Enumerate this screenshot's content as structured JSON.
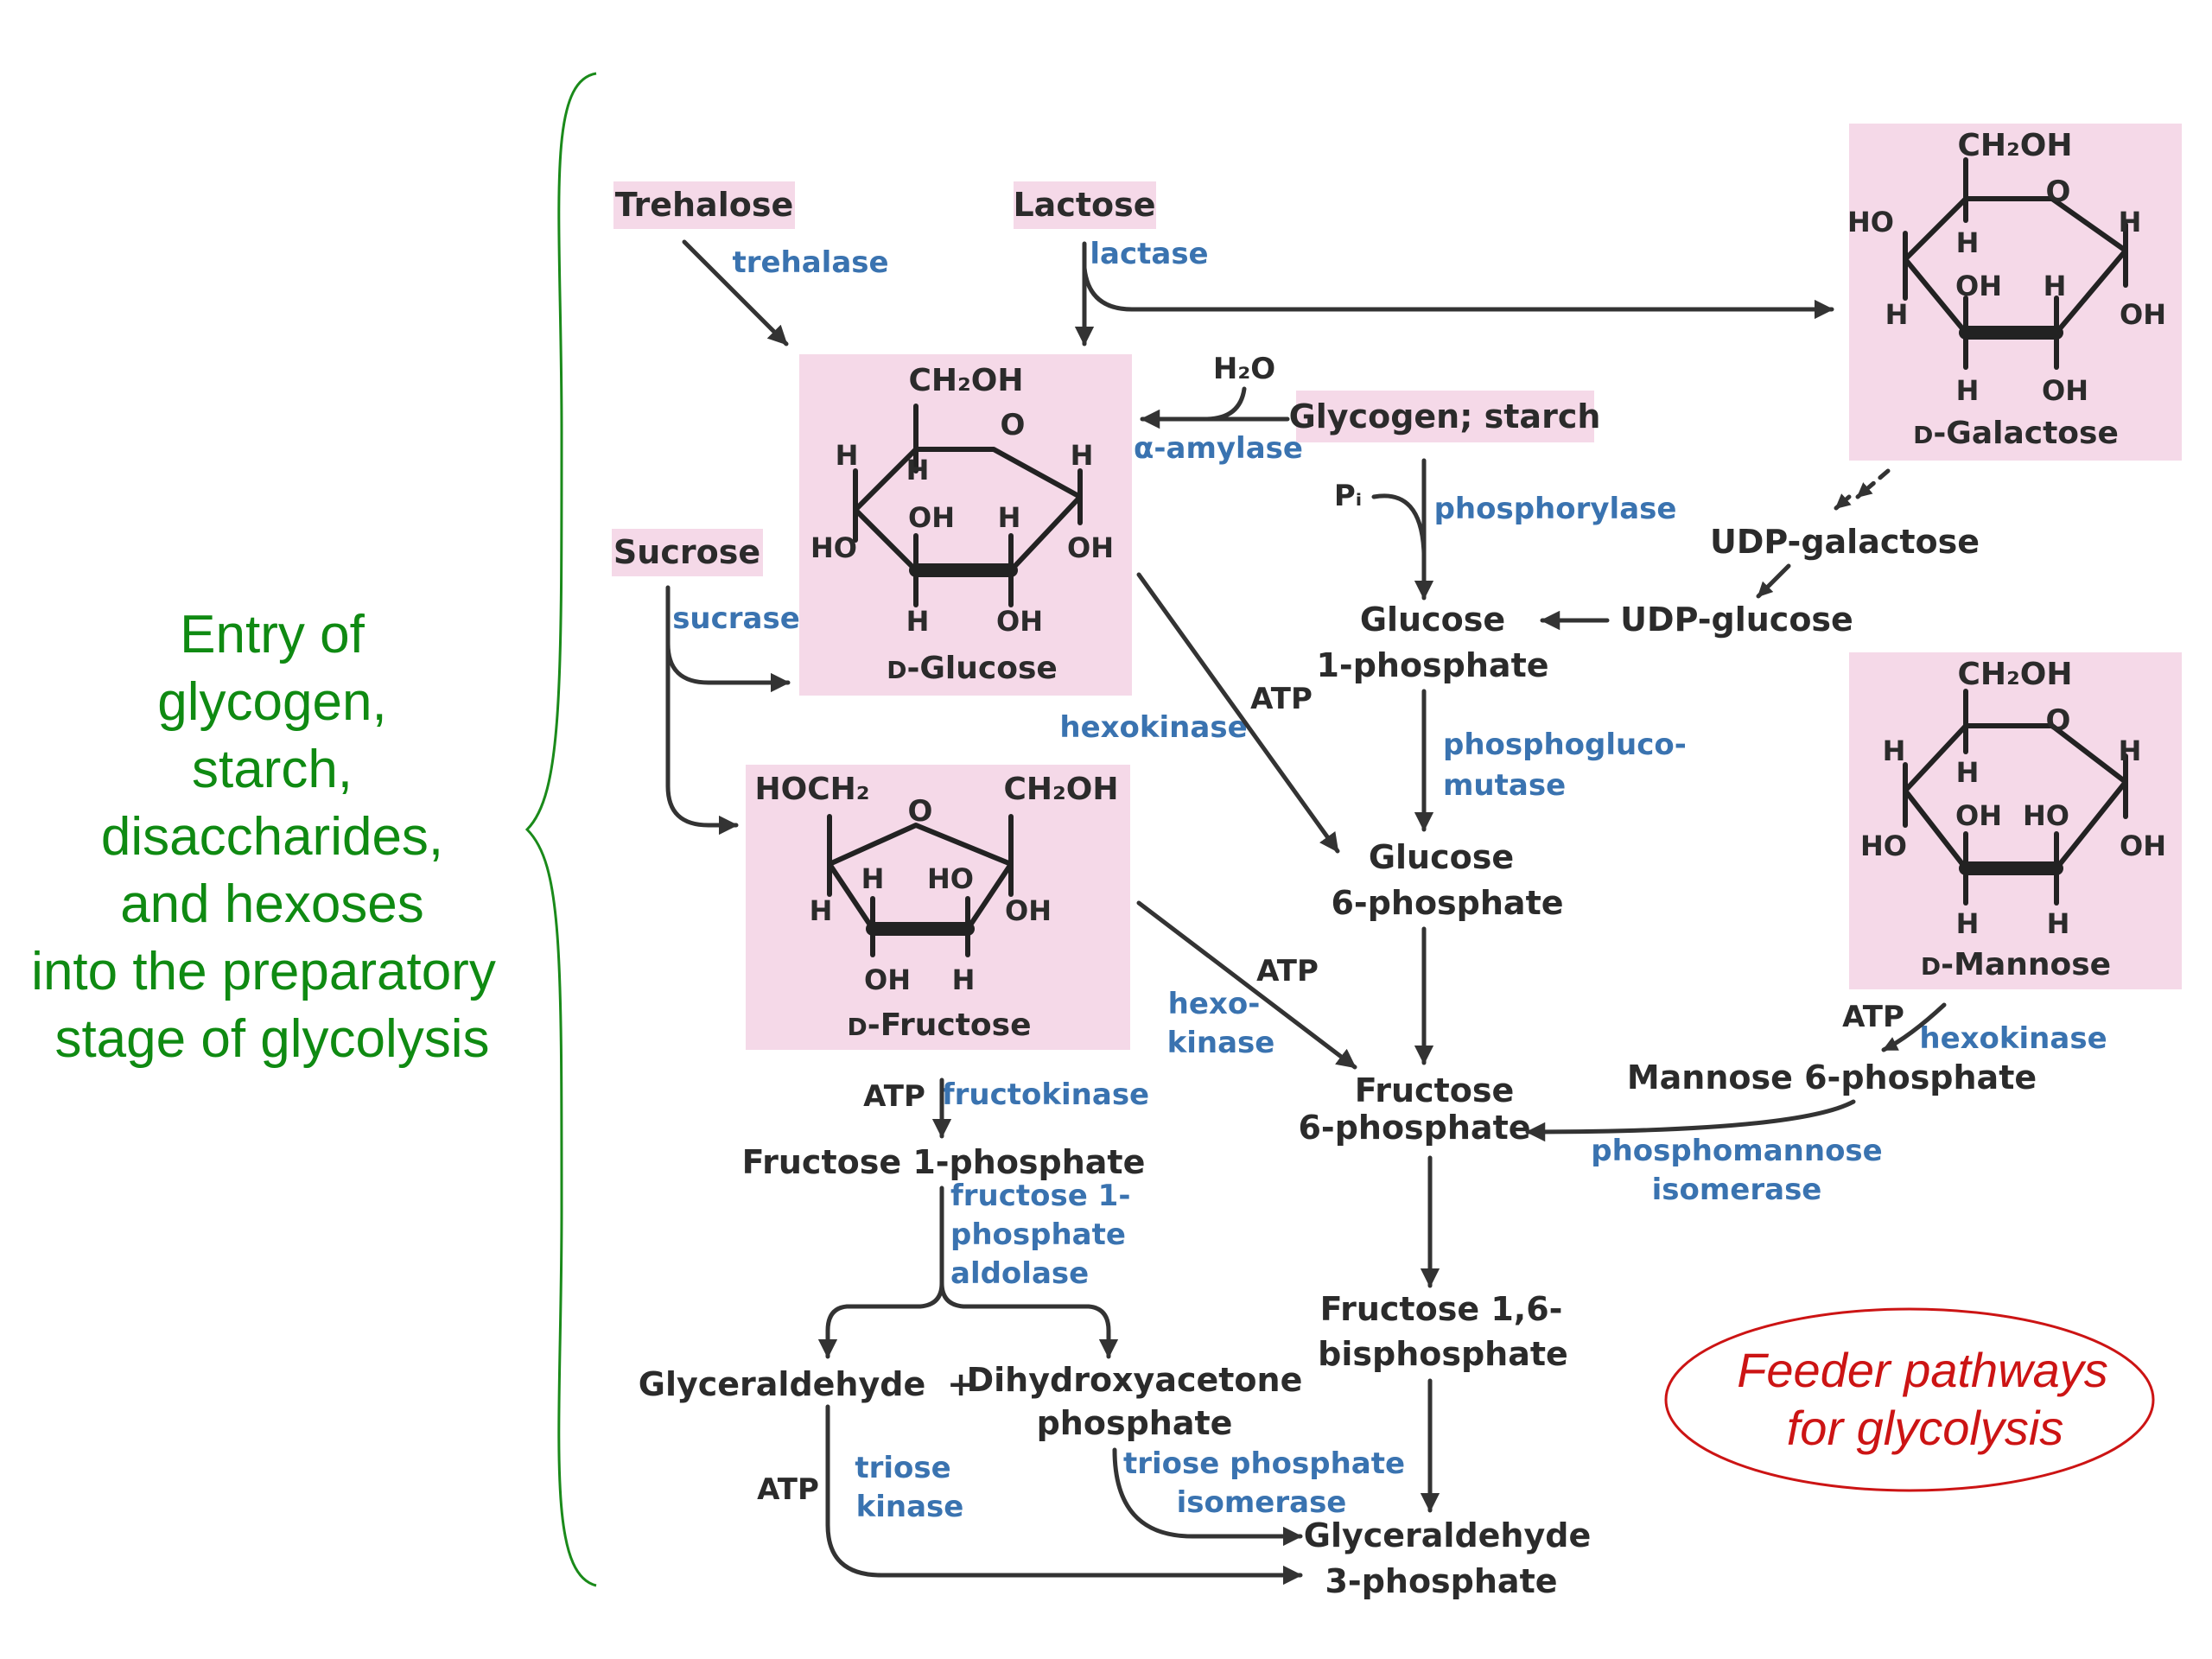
{
  "side_text": [
    "Entry of",
    "glycogen,",
    "starch,",
    "disaccharides,",
    "and hexoses",
    "into the preparatory",
    "stage of glycolysis"
  ],
  "callout": [
    "Feeder pathways",
    "for glycolysis"
  ],
  "sugars": {
    "trehalose": "Trehalose",
    "lactose": "Lactose",
    "sucrose": "Sucrose",
    "glycogen_starch": "Glycogen; starch"
  },
  "structures": {
    "glucose": {
      "name_prefix": "D",
      "name": "-Glucose",
      "ch2oh": "CH₂OH",
      "o": "O",
      "h1": "H",
      "h2": "H",
      "h3": "H",
      "ho": "HO",
      "oh1": "OH",
      "h4": "H",
      "oh2": "OH",
      "h5": "H",
      "oh3": "OH"
    },
    "galactose": {
      "name_prefix": "D",
      "name": "-Galactose",
      "ch2oh": "CH₂OH",
      "o": "O",
      "ho": "HO",
      "h1": "H",
      "h2": "H",
      "oh1": "OH",
      "h3": "H",
      "h4": "H",
      "oh2": "OH",
      "h5": "H",
      "oh3": "OH"
    },
    "mannose": {
      "name_prefix": "D",
      "name": "-Mannose",
      "ch2oh": "CH₂OH",
      "o": "O",
      "h1": "H",
      "h2": "H",
      "h3": "H",
      "oh1": "OH",
      "ho1": "HO",
      "ho2": "HO",
      "oh2": "OH",
      "h4": "H",
      "h5": "H"
    },
    "fructose": {
      "name_prefix": "D",
      "name": "-Fructose",
      "hoch2": "HOCH₂",
      "o": "O",
      "ch2oh": "CH₂OH",
      "h1": "H",
      "ho": "HO",
      "h2": "H",
      "oh1": "OH",
      "oh2": "OH",
      "h3": "H"
    }
  },
  "intermediates": {
    "udp_galactose": "UDP-galactose",
    "udp_glucose": "UDP-glucose",
    "glucose_1p": [
      "Glucose",
      "1-phosphate"
    ],
    "glucose_6p": [
      "Glucose",
      "6-phosphate"
    ],
    "fructose_6p": [
      "Fructose",
      "6-phosphate"
    ],
    "mannose_6p": "Mannose 6-phosphate",
    "fructose_bp": [
      "Fructose 1,6-",
      "bisphosphate"
    ],
    "fructose_1p": "Fructose 1-phosphate",
    "glyceraldehyde": "Glyceraldehyde",
    "plus": "+",
    "dhap": [
      "Dihydroxyacetone",
      "phosphate"
    ],
    "g3p": [
      "Glyceraldehyde",
      "3-phosphate"
    ]
  },
  "enzymes": {
    "trehalase": "trehalase",
    "lactase": "lactase",
    "sucrase": "sucrase",
    "amylase": "α-amylase",
    "phosphorylase": "phosphorylase",
    "phosphoglucomutase": [
      "phosphogluco-",
      "mutase"
    ],
    "hexokinase_glc": "hexokinase",
    "hexokinase_fru": [
      "hexo-",
      "kinase"
    ],
    "hexokinase_man": "hexokinase",
    "fructokinase": "fructokinase",
    "f1p_aldolase": [
      "fructose 1-",
      "phosphate",
      "aldolase"
    ],
    "phosphomannose_isomerase": [
      "phosphomannose",
      "isomerase"
    ],
    "triose_kinase": [
      "triose",
      "kinase"
    ],
    "tpi": [
      "triose phosphate",
      "isomerase"
    ]
  },
  "cofactors": {
    "h2o": "H₂O",
    "pi": "Pᵢ",
    "atp_glc": "ATP",
    "atp_fru": "ATP",
    "atp_man": "ATP",
    "atp_fructokinase": "ATP",
    "atp_triose": "ATP"
  }
}
